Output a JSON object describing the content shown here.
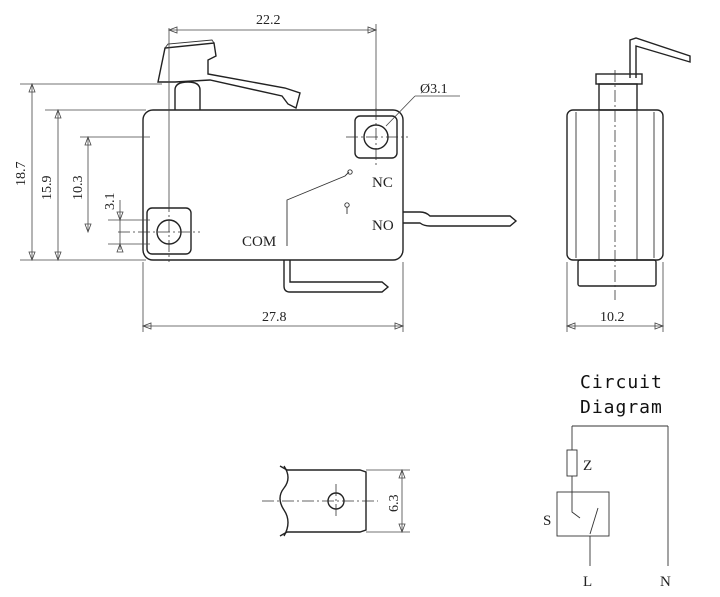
{
  "dimensions": {
    "top_width": "22.2",
    "hole_diameter": "Ø3.1",
    "height_total": "18.7",
    "height_mid": "15.9",
    "height_holes": "10.3",
    "height_hole_offset": "3.1",
    "body_length": "27.8",
    "side_width": "10.2",
    "terminal_width": "6.3"
  },
  "terminals": {
    "nc": "NC",
    "no": "NO",
    "com": "COM"
  },
  "circuit": {
    "title_line1": "Circuit",
    "title_line2": "Diagram",
    "z": "Z",
    "s": "S",
    "l": "L",
    "n": "N"
  }
}
